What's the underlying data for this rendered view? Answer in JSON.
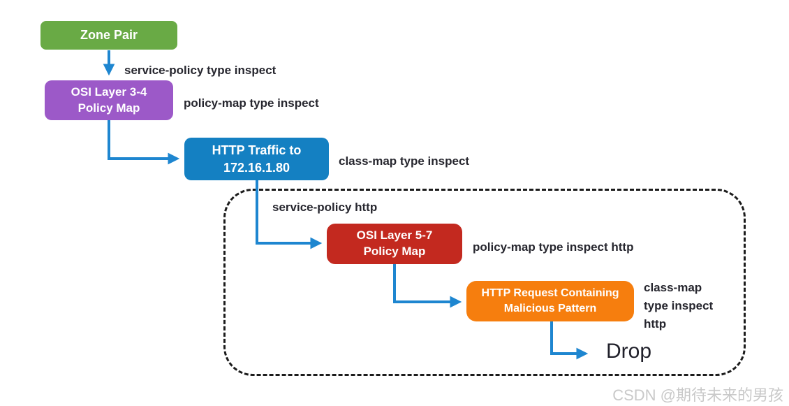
{
  "nodes": {
    "zone_pair": {
      "label": "Zone Pair",
      "color": "#69aa45"
    },
    "l34_policy_map": {
      "label": "OSI Layer 3-4\nPolicy Map",
      "color": "#9c59c8"
    },
    "http_traffic": {
      "label": "HTTP Traffic to\n172.16.1.80",
      "color": "#1480c2"
    },
    "l57_policy_map": {
      "label": "OSI Layer 5-7\nPolicy Map",
      "color": "#c3291f"
    },
    "malicious_request": {
      "label": "HTTP Request Containing\nMalicious Pattern",
      "color": "#f67e0e"
    }
  },
  "annotations": {
    "service_policy_type_inspect": "service-policy type inspect",
    "policy_map_type_inspect": "policy-map type inspect",
    "class_map_type_inspect": "class-map type inspect",
    "service_policy_http": "service-policy http",
    "policy_map_type_inspect_http": "policy-map type inspect http",
    "class_map_type_inspect_http": "class-map\ntype inspect\nhttp",
    "drop": "Drop"
  },
  "watermark": "CSDN @期待未来的男孩",
  "colors": {
    "connector": "#1e86d0",
    "label_text": "#26262e",
    "dashed_border": "#1c1c1c",
    "watermark_text": "#c9c9c9",
    "background": "#ffffff"
  }
}
